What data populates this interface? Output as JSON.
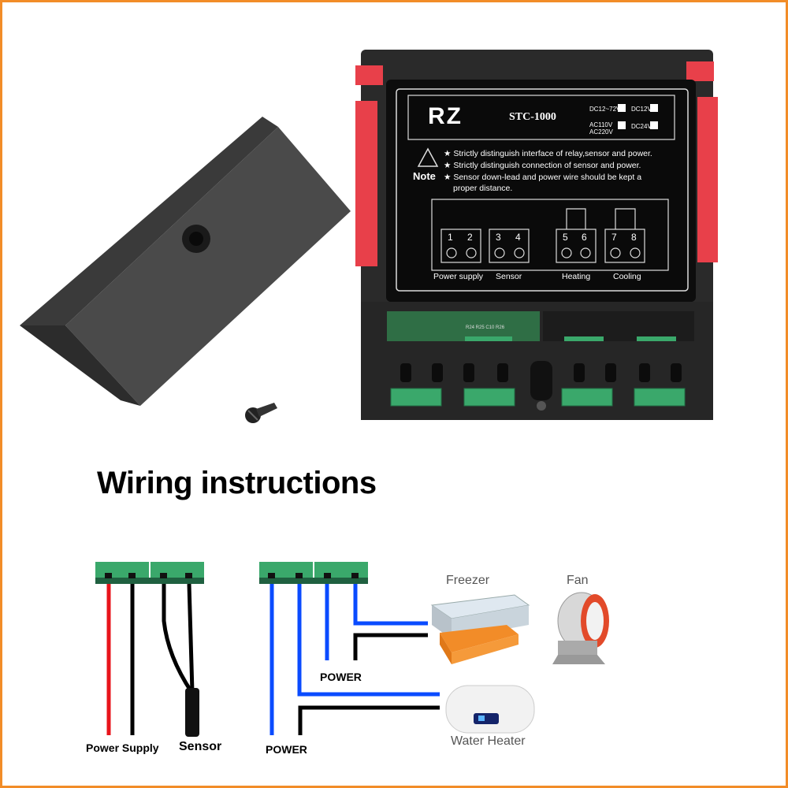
{
  "heading": "Wiring instructions",
  "device": {
    "brand": "RZ",
    "model": "STC-1000",
    "voltages": [
      "DC12~72V",
      "DC12V",
      "AC110V AC220V",
      "DC24V"
    ],
    "note_label": "Note",
    "notes": [
      "★ Strictly distinguish interface of relay,sensor and power.",
      "★ Strictly distinguish connection of sensor and power.",
      "★ Sensor down-lead and power wire should be kept a",
      "proper distance."
    ],
    "terminals": [
      "1",
      "2",
      "3",
      "4",
      "5",
      "6",
      "7",
      "8"
    ],
    "terminal_groups": [
      "Power supply",
      "Sensor",
      "Heating",
      "Cooling"
    ],
    "pcb_marks": "R24 R25 C10 R26"
  },
  "wiring": {
    "power_supply": "Power Supply",
    "sensor": "Sensor",
    "power_bottom": "POWER",
    "power_mid": "POWER",
    "freezer": "Freezer",
    "fan": "Fan",
    "water_heater": "Water Heater"
  },
  "colors": {
    "border": "#f28c28",
    "wire_red": "#e8141b",
    "wire_black": "#000000",
    "wire_blue": "#0a4bff",
    "terminal_green": "#3aa86b",
    "clip_red": "#e8404a"
  }
}
